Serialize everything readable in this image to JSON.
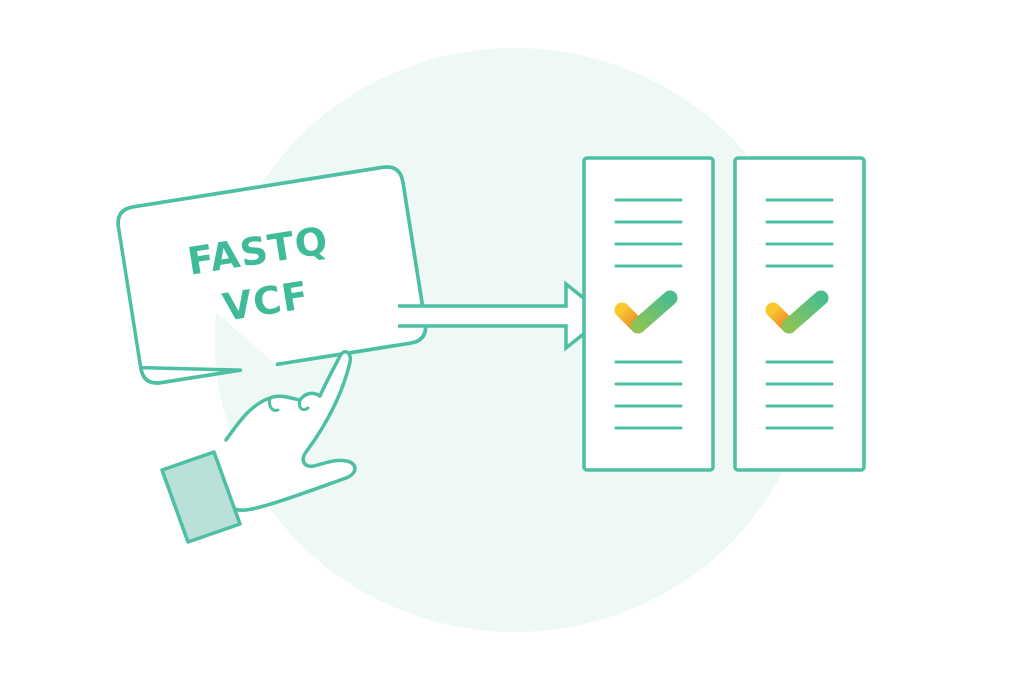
{
  "card": {
    "lines": [
      "FASTQ",
      "VCF"
    ]
  },
  "colors": {
    "stroke": "#4dbfa3",
    "text": "#3fbb9a",
    "background_blob": "#eef8f5",
    "cuff_fill": "#b9e1d9",
    "check_yellow": "#f7c22d",
    "check_orange": "#f08a2a",
    "check_green": "#5cc48a"
  },
  "icons": {
    "hand": "pointing-hand-icon",
    "arrow": "right-arrow-icon",
    "check": "checkmark-icon",
    "document": "document-icon"
  },
  "documents": [
    {
      "status": "validated"
    },
    {
      "status": "validated"
    }
  ]
}
